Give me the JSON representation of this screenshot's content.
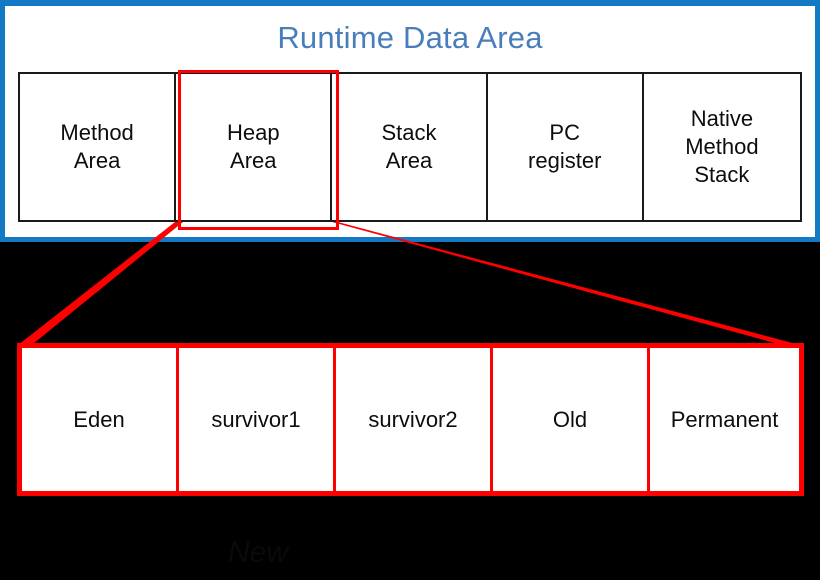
{
  "colors": {
    "panel_border": "#1379c4",
    "title_text": "#4a7ebb",
    "highlight": "#ff0000",
    "table_border": "#1a1a1a",
    "background": "#000000",
    "surface": "#ffffff",
    "text": "#0d0d0d",
    "footer_text": "#0a0a0a"
  },
  "runtime_panel": {
    "title": "Runtime Data Area",
    "areas": [
      {
        "id": "method-area",
        "lines": [
          "Method",
          "Area"
        ],
        "highlighted": false
      },
      {
        "id": "heap-area",
        "lines": [
          "Heap",
          "Area"
        ],
        "highlighted": true
      },
      {
        "id": "stack-area",
        "lines": [
          "Stack",
          "Area"
        ],
        "highlighted": false
      },
      {
        "id": "pc-register",
        "lines": [
          "PC",
          "register"
        ],
        "highlighted": false
      },
      {
        "id": "native-method-stack",
        "lines": [
          "Native",
          "Method",
          "Stack"
        ],
        "highlighted": false
      }
    ]
  },
  "heap_detail": {
    "generations": [
      {
        "id": "eden",
        "label": "Eden"
      },
      {
        "id": "survivor1",
        "label": "survivor1"
      },
      {
        "id": "survivor2",
        "label": "survivor2"
      },
      {
        "id": "old",
        "label": "Old"
      },
      {
        "id": "permanent",
        "label": "Permanent"
      }
    ]
  },
  "footer": {
    "note": "New"
  }
}
